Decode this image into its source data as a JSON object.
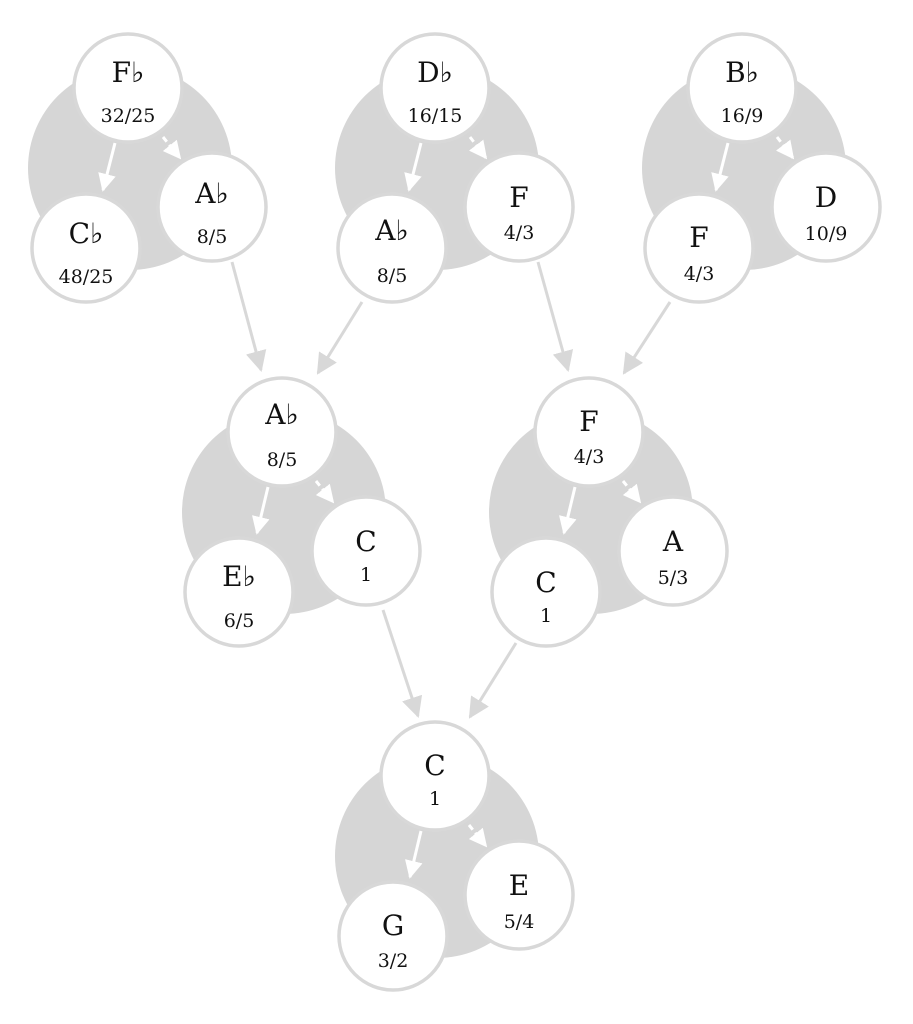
{
  "nodes": {
    "fb": {
      "name": "F♭",
      "ratio": "32/25"
    },
    "db": {
      "name": "D♭",
      "ratio": "16/15"
    },
    "bb": {
      "name": "B♭",
      "ratio": "16/9"
    },
    "cb": {
      "name": "C♭",
      "ratio": "48/25"
    },
    "ab_top1": {
      "name": "A♭",
      "ratio": "8/5"
    },
    "ab_top2": {
      "name": "A♭",
      "ratio": "8/5"
    },
    "f_top2": {
      "name": "F",
      "ratio": "4/3"
    },
    "f_top3": {
      "name": "F",
      "ratio": "4/3"
    },
    "d_top3": {
      "name": "D",
      "ratio": "10/9"
    },
    "ab_mid": {
      "name": "A♭",
      "ratio": "8/5"
    },
    "eb_mid": {
      "name": "E♭",
      "ratio": "6/5"
    },
    "c_mid_l": {
      "name": "C",
      "ratio": "1"
    },
    "f_mid": {
      "name": "F",
      "ratio": "4/3"
    },
    "c_mid_r": {
      "name": "C",
      "ratio": "1"
    },
    "a_mid": {
      "name": "A",
      "ratio": "5/3"
    },
    "c_bot": {
      "name": "C",
      "ratio": "1"
    },
    "g_bot": {
      "name": "G",
      "ratio": "3/2"
    },
    "e_bot": {
      "name": "E",
      "ratio": "5/4"
    }
  },
  "colors": {
    "node_fill": "#ffffff",
    "node_stroke": "#d8d8d8",
    "blob_fill": "#d6d6d6",
    "edge": "#d8d8d8",
    "text": "#111111"
  }
}
